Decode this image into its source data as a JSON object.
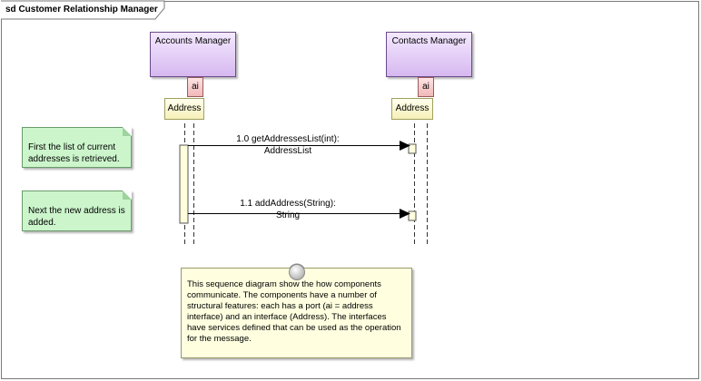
{
  "frame": {
    "title": "sd Customer Relationship Manager"
  },
  "lifelines": {
    "accounts": {
      "name": "Accounts Manager",
      "port": "ai",
      "interface": "Address"
    },
    "contacts": {
      "name": "Contacts Manager",
      "port": "ai",
      "interface": "Address"
    }
  },
  "notes": {
    "first": "First the list of current addresses is retrieved.",
    "next": "Next the new address is added."
  },
  "messages": [
    {
      "call": "1.0 getAddressesList(int):",
      "return": "AddressList"
    },
    {
      "call": "1.1 addAddress(String):",
      "return": "String"
    }
  ],
  "comment": "This sequence diagram show the how components communicate. The components have a number of structural features: each has a port (ai = address interface) and an interface (Address). The interfaces have services defined that can be used as the operation for the message.",
  "colors": {
    "lifeline_fill": "#e6d2fb",
    "port_fill": "#f4c8c8",
    "interface_fill": "#fbf6cc",
    "note_fill": "#ccf5cc",
    "comment_fill": "#ffffe0",
    "activation_fill": "#ffffdd"
  }
}
